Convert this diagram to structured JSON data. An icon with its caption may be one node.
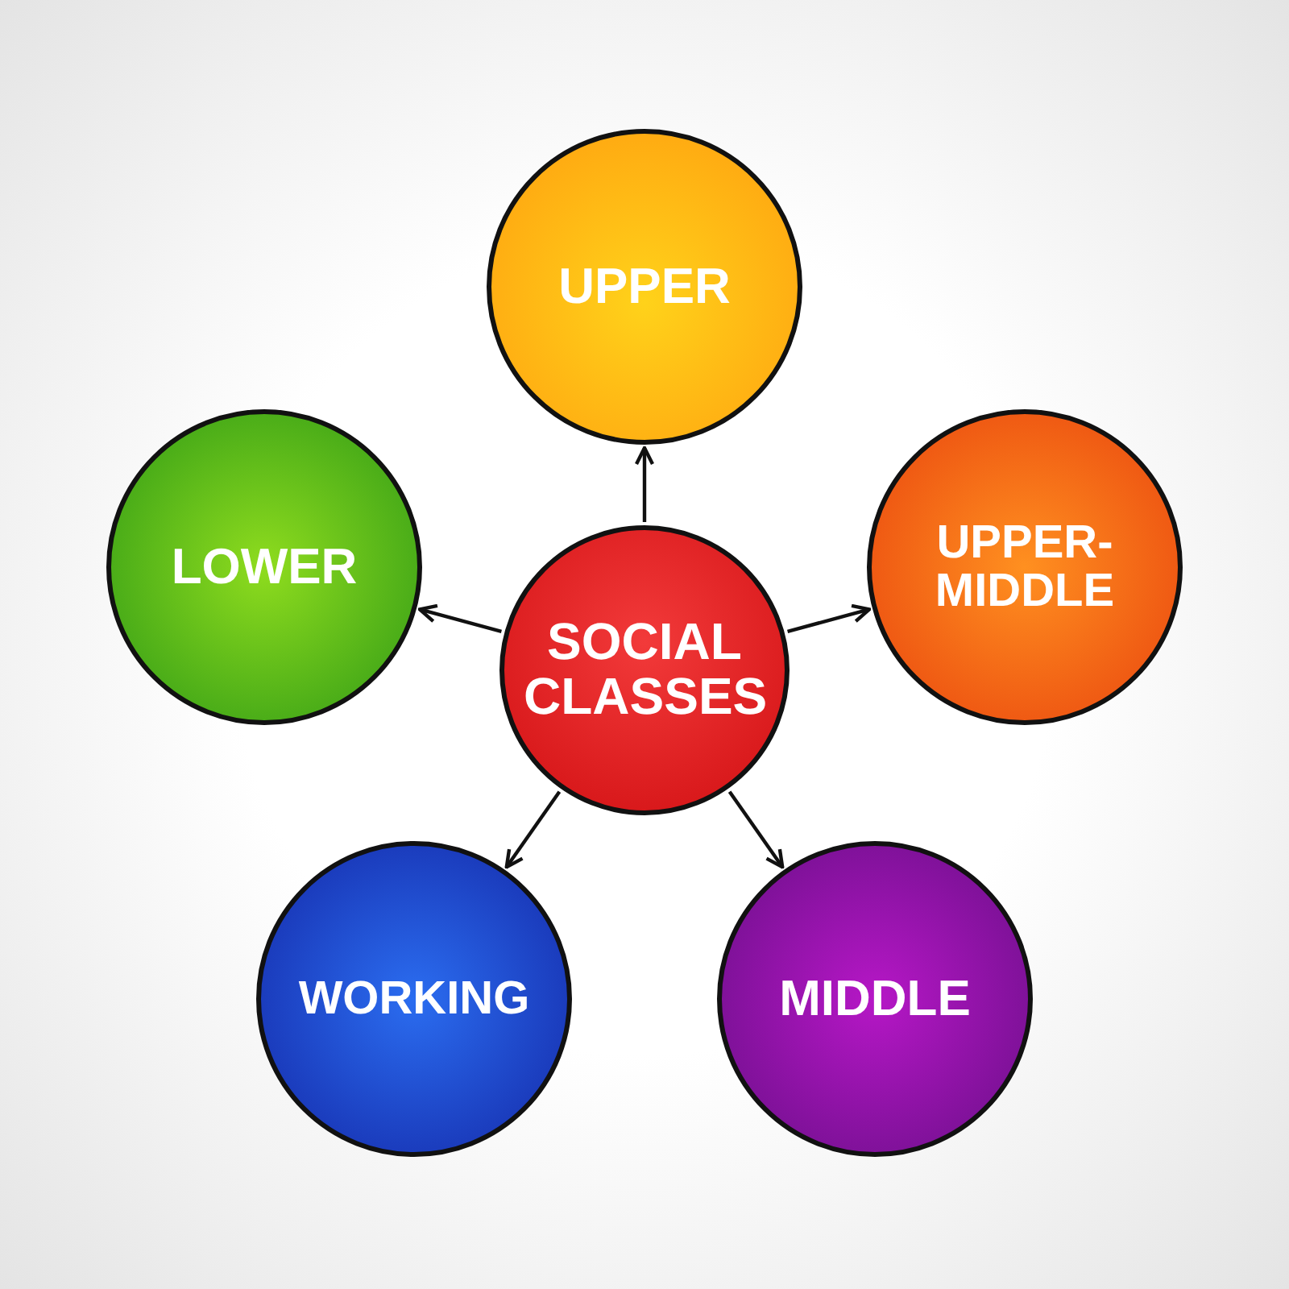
{
  "diagram": {
    "nodes": [
      {
        "text": [
          "SOCIAL CLASSES"
        ]
      },
      {
        "text": [
          "UPPER"
        ]
      },
      {
        "text": [
          "LOWER"
        ]
      },
      {
        "text": [
          "UPPER-MIDDLE"
        ]
      },
      {
        "text": [
          "WORKING"
        ]
      },
      {
        "text": [
          "MIDDLE"
        ]
      }
    ],
    "edges": [
      {
        "from": 0,
        "to": 1,
        "arrow": "to"
      },
      {
        "from": 0,
        "to": 2,
        "arrow": "to"
      },
      {
        "from": 0,
        "to": 3,
        "arrow": "to"
      },
      {
        "from": 0,
        "to": 4,
        "arrow": "to"
      },
      {
        "from": 0,
        "to": 5,
        "arrow": "to"
      }
    ]
  }
}
